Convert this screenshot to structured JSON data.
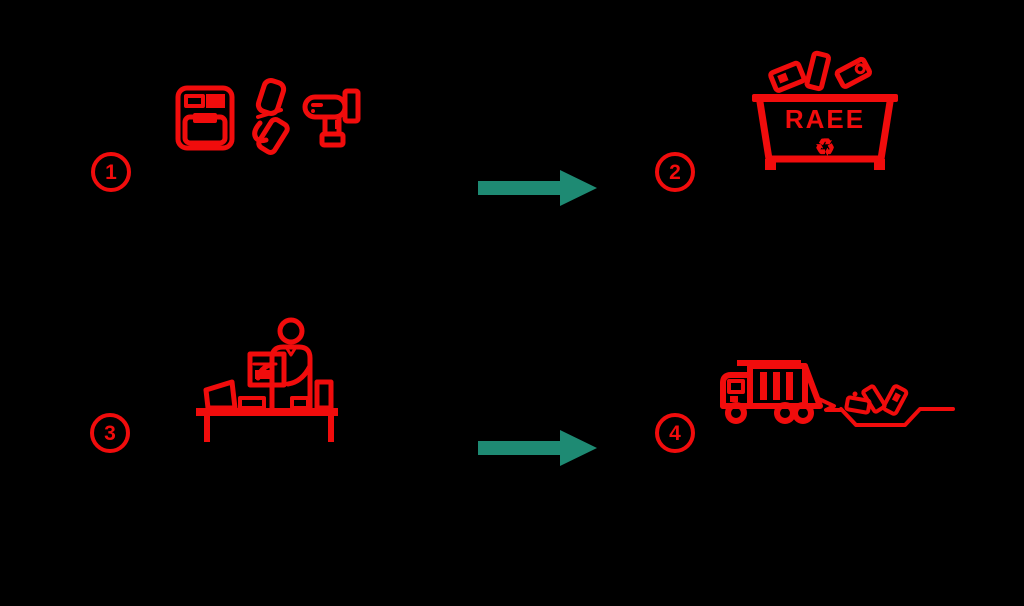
{
  "colors": {
    "red": "#f10c0c",
    "teal": "#1e8a73",
    "background": "#000000"
  },
  "steps": [
    {
      "number": "1",
      "icons": [
        "oven-icon",
        "broken-appliance-icon",
        "drill-icon"
      ]
    },
    {
      "number": "2",
      "label": "RAEE",
      "recycle_symbol": "♻",
      "icons": [
        "raee-container-icon",
        "recycle-symbol-icon",
        "discarded-devices-icons"
      ]
    },
    {
      "number": "3",
      "icons": [
        "dismantling-workbench-icon"
      ]
    },
    {
      "number": "4",
      "icons": [
        "garbage-truck-icon",
        "ewaste-pile-icon",
        "ground-line"
      ]
    }
  ],
  "arrows": [
    {
      "name": "arrow-step1-to-step2",
      "direction": "right"
    },
    {
      "name": "arrow-step3-to-step4",
      "direction": "right"
    }
  ]
}
